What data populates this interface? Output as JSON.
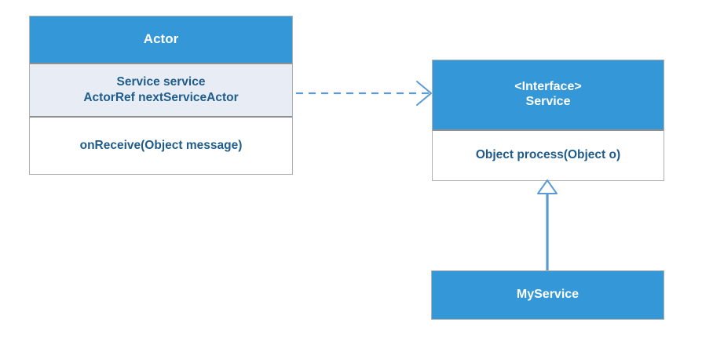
{
  "diagram": {
    "type": "uml-class-diagram",
    "background": "#ffffff",
    "colors": {
      "header_fill": "#3498d8",
      "attribute_fill": "#e8edf5",
      "operation_fill": "#ffffff",
      "box_border": "#b0b0b0",
      "compartment_divider": "#8f8f8f",
      "header_text": "#ffffff",
      "body_text": "#1f5c8b",
      "connector": "#5b9bd5"
    },
    "classes": [
      {
        "id": "actor",
        "name": "Actor",
        "attributes": [
          "Service service",
          "ActorRef nextServiceActor"
        ],
        "operations": [
          "onReceive(Object message)"
        ]
      },
      {
        "id": "service",
        "stereotype": "<Interface>",
        "name": "Service",
        "operations": [
          "Object process(Object o)"
        ]
      },
      {
        "id": "myservice",
        "name": "MyService"
      }
    ],
    "relationships": [
      {
        "id": "actor-depends-on-service",
        "kind": "dependency",
        "style": "dashed",
        "arrowhead": "open",
        "from": "actor",
        "to": "service"
      },
      {
        "id": "myservice-realizes-service",
        "kind": "realization",
        "style": "solid",
        "arrowhead": "hollow-triangle",
        "from": "myservice",
        "to": "service"
      }
    ]
  }
}
